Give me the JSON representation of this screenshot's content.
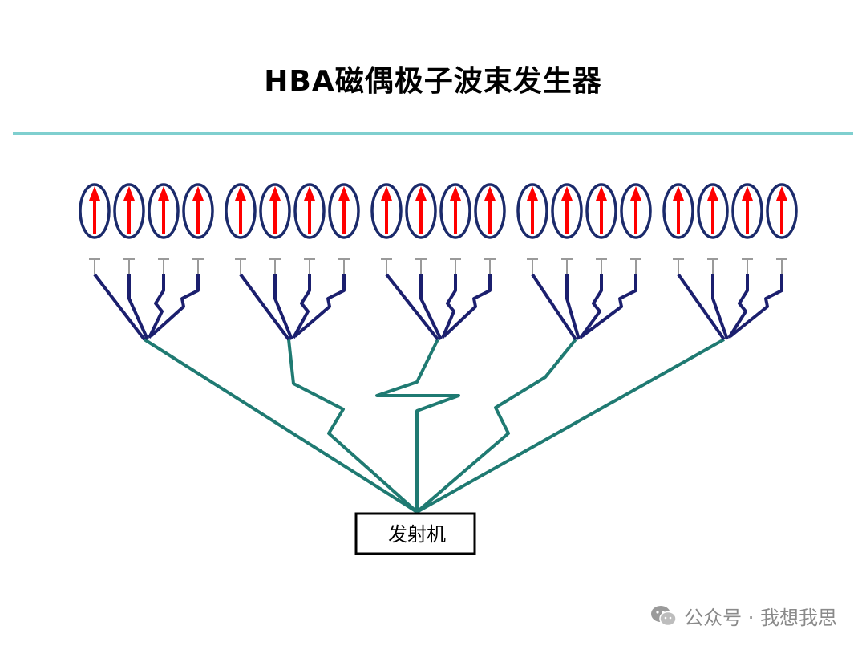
{
  "title": "HBA磁偶极子波束发生器",
  "transmitter": {
    "label": "发射机"
  },
  "watermark": {
    "text": "公众号 · 我想我思",
    "icon": "wechat-icon"
  },
  "diagram": {
    "group_count": 5,
    "dipoles_per_group": 4
  },
  "colors": {
    "dipole_outline": "#1b2a6b",
    "arrow": "#ff0000",
    "group_feed": "#1b1f6e",
    "main_feed": "#1f7a72",
    "divider": "#7fcfcf",
    "terminal": "#9a9a9a"
  }
}
